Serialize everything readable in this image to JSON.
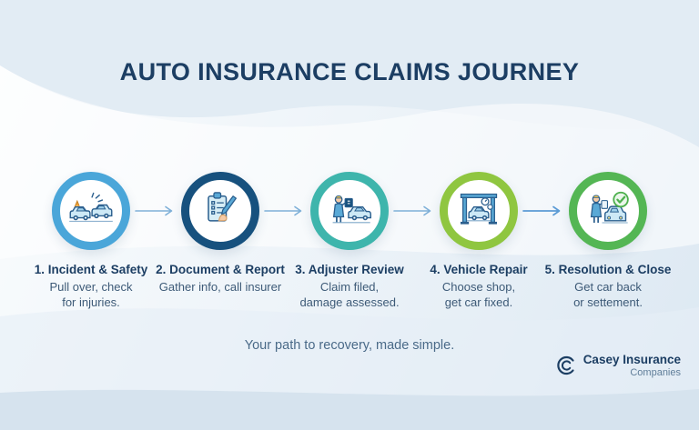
{
  "title": "AUTO INSURANCE CLAIMS JOURNEY",
  "steps": [
    {
      "label": "1. Incident & Safety",
      "desc": "Pull over, check\nfor injuries.",
      "ring_color": "#4aa6d9",
      "icon": "car-collision-icon"
    },
    {
      "label": "2. Document & Report",
      "desc": "Gather info, call insurer",
      "ring_color": "#17517e",
      "icon": "clipboard-report-icon"
    },
    {
      "label": "3. Adjuster Review",
      "desc": "Claim filed,\ndamage assessed.",
      "ring_color": "#3eb5ac",
      "icon": "adjuster-inspection-icon"
    },
    {
      "label": "4. Vehicle Repair",
      "desc": "Choose shop,\nget car fixed.",
      "ring_color": "#8fc640",
      "icon": "car-lift-icon"
    },
    {
      "label": "5. Resolution & Close",
      "desc": "Get car back\nor settement.",
      "ring_color": "#54b654",
      "icon": "handover-check-icon"
    }
  ],
  "tagline": "Your path to recovery, made simple.",
  "logo": {
    "name": "Casey Insurance",
    "sub": "Companies"
  },
  "colors": {
    "title_text": "#1c3e63",
    "body_text": "#3d5a77",
    "tagline_text": "#4a6a88",
    "arrow": "#7fb0d8",
    "icon_stroke": "#2b5f8e",
    "icon_fill": "#cde9f6",
    "cone_orange": "#f2a83c",
    "check_green": "#4db04d",
    "background_top": "#eef4f9",
    "background_bottom": "#d6e3ee"
  }
}
